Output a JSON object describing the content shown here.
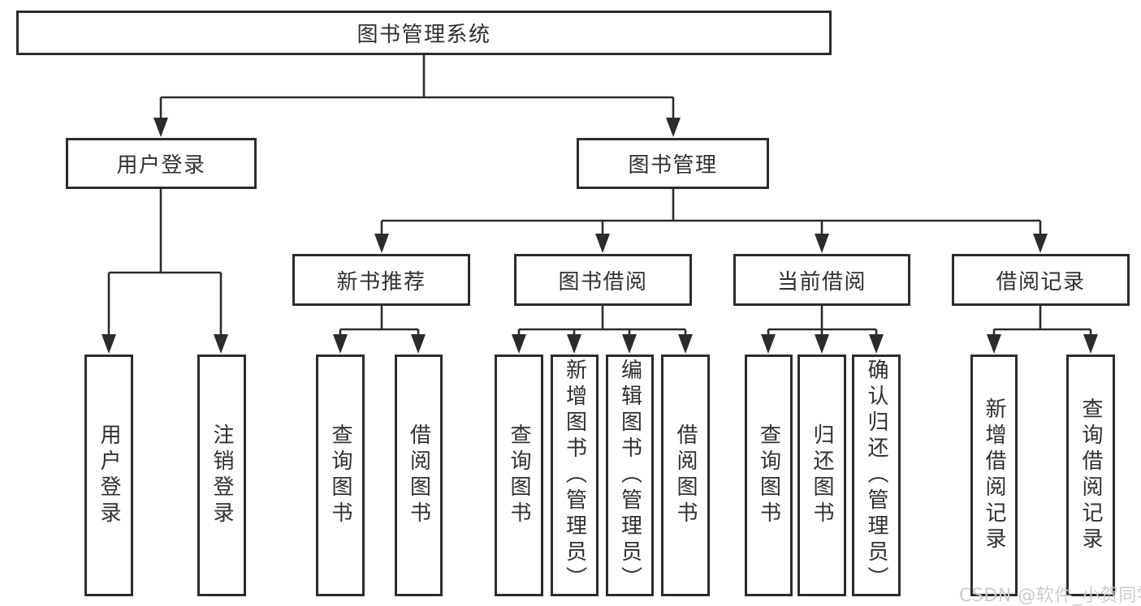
{
  "diagram": {
    "title": "图书管理系统",
    "branches": [
      {
        "label": "用户登录"
      },
      {
        "label": "图书管理"
      }
    ],
    "modules": [
      {
        "label": "新书推荐"
      },
      {
        "label": "图书借阅"
      },
      {
        "label": "当前借阅"
      },
      {
        "label": "借阅记录"
      }
    ],
    "leaves": [
      {
        "label": "用户登录"
      },
      {
        "label": "注销登录"
      },
      {
        "label": "查询图书"
      },
      {
        "label": "借阅图书"
      },
      {
        "label": "查询图书"
      },
      {
        "label": "新增图书（管理员）"
      },
      {
        "label": "编辑图书（管理员）"
      },
      {
        "label": "借阅图书"
      },
      {
        "label": "查询图书"
      },
      {
        "label": "归还图书"
      },
      {
        "label": "确认归还（管理员）"
      },
      {
        "label": "新增借阅记录"
      },
      {
        "label": "查询借阅记录"
      }
    ]
  },
  "watermark": {
    "text": "CSDN @软件_小贺同学",
    "color": "#cbcbcb"
  },
  "colors": {
    "line": "#2c2c2c",
    "text": "#2f2f2f",
    "background": "#ffffff",
    "watermark": "#cbcbcb"
  }
}
